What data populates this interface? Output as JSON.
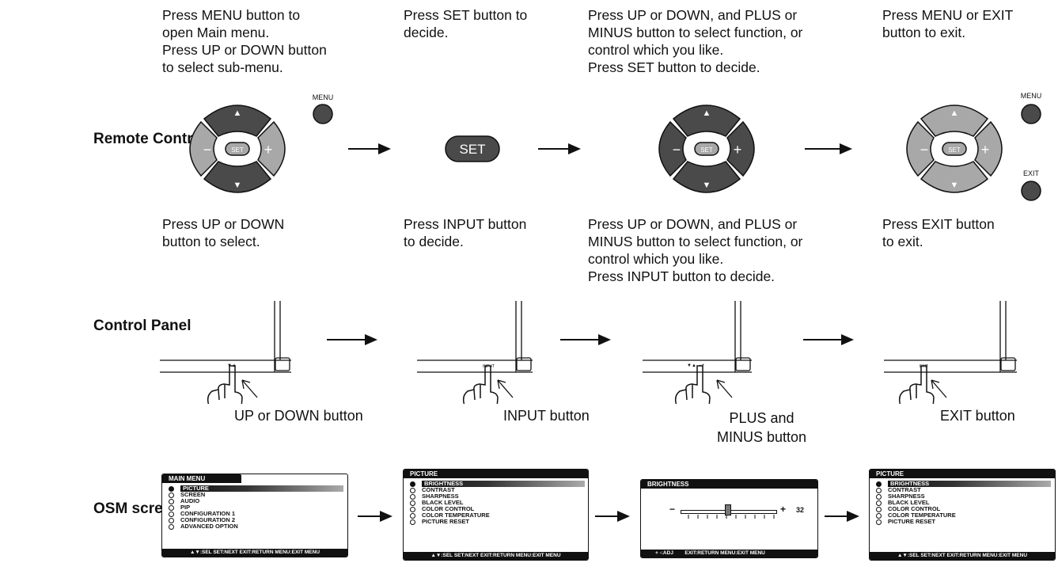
{
  "rows": {
    "remote": "Remote Control",
    "panel": "Control Panel",
    "osm": "OSM screen"
  },
  "remote_instructions": [
    "Press MENU button to\nopen Main menu.\nPress UP or DOWN button\nto select sub-menu.",
    "Press SET button to\ndecide.",
    "Press UP or DOWN, and PLUS or\nMINUS button to select function, or\ncontrol which you like.\nPress SET button to decide.",
    "Press MENU or EXIT\nbutton to exit."
  ],
  "panel_instructions": [
    "Press UP or DOWN\nbutton to select.",
    "Press INPUT button\nto decide.",
    "Press UP or DOWN, and PLUS or\nMINUS button to select function, or\ncontrol which you like.\nPress INPUT button to decide.",
    "Press EXIT button\nto exit."
  ],
  "remote_buttons": {
    "set": "SET",
    "set_large": "SET",
    "menu": "MENU",
    "exit": "EXIT",
    "up": "▲",
    "down": "▼",
    "minus": "−",
    "plus": "+"
  },
  "panel_captions": [
    "UP or DOWN button",
    "INPUT button",
    "PLUS and\nMINUS button",
    "EXIT button"
  ],
  "panel_marks": [
    "▼▲",
    "INPUT",
    "▼▲  −+",
    "EXIT"
  ],
  "osm_screens": {
    "main_menu": {
      "title": "MAIN MENU",
      "items": [
        "PICTURE",
        "SCREEN",
        "AUDIO",
        "PIP",
        "CONFIGURATION 1",
        "CONFIGURATION 2",
        "ADVANCED OPTION"
      ],
      "footer": "▲▼:SEL SET:NEXT EXIT:RETURN MENU:EXIT MENU"
    },
    "picture": {
      "title": "PICTURE",
      "items": [
        "BRIGHTNESS",
        "CONTRAST",
        "SHARPNESS",
        "BLACK LEVEL",
        "COLOR CONTROL",
        "COLOR TEMPERATURE",
        "PICTURE RESET"
      ],
      "footer": "▲▼:SEL SET:NEXT EXIT:RETURN MENU:EXIT MENU"
    },
    "brightness": {
      "title": "BRIGHTNESS",
      "minus": "−",
      "plus": "+",
      "value": "32",
      "level": 0.5,
      "footer": "+ -:ADJ        EXIT:RETURN MENU:EXIT MENU"
    },
    "picture_final": {
      "title": "PICTURE",
      "items": [
        "BRIGHTNESS",
        "CONTRAST",
        "SHARPNESS",
        "BLACK LEVEL",
        "COLOR CONTROL",
        "COLOR TEMPERATURE",
        "PICTURE RESET"
      ],
      "footer": "▲▼:SEL SET:NEXT EXIT:RETURN MENU:EXIT MENU"
    }
  },
  "colors": {
    "dark_button": "#4a4a4a",
    "light_button": "#a8a8a8",
    "outline": "#111111"
  }
}
